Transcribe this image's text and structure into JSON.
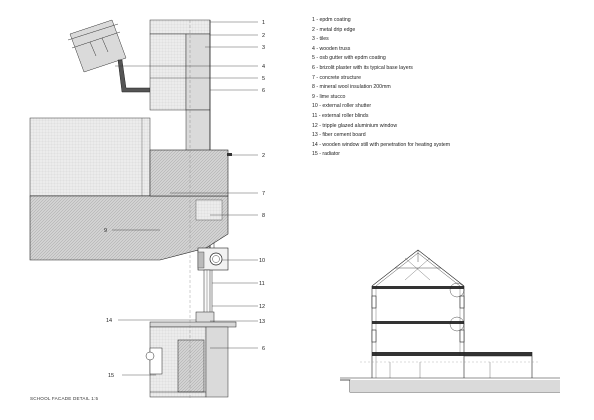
{
  "legend": [
    {
      "num": "1",
      "text": "1 - epdm coating"
    },
    {
      "num": "2",
      "text": "2 - metal drip edge"
    },
    {
      "num": "3",
      "text": "3 - tiles"
    },
    {
      "num": "4",
      "text": "4 - wooden truss"
    },
    {
      "num": "5",
      "text": "5 - osb gutter with epdm coating"
    },
    {
      "num": "6",
      "text": "6 - brizolit plaster with its typical base layers"
    },
    {
      "num": "7",
      "text": "7 - concrete structure"
    },
    {
      "num": "8",
      "text": "8 - mineral wool insulation 200mm"
    },
    {
      "num": "9",
      "text": "9 - lime stucco"
    },
    {
      "num": "10",
      "text": "10 - external roller shutter"
    },
    {
      "num": "11",
      "text": "11 - external roller blinds"
    },
    {
      "num": "12",
      "text": "12 - tripple glazed aluminium window"
    },
    {
      "num": "13",
      "text": "13 - fiber cement board"
    },
    {
      "num": "14",
      "text": "14 - wooden window still with penetration for heating system"
    },
    {
      "num": "15",
      "text": "15 - radiator"
    }
  ],
  "callouts": {
    "n1": "1",
    "n2a": "2",
    "n3": "3",
    "n4": "4",
    "n5": "5",
    "n6a": "6",
    "n2b": "2",
    "n7": "7",
    "n8": "8",
    "n9": "9",
    "n10": "10",
    "n11": "11",
    "n12": "12",
    "n13": "13",
    "n14": "14",
    "n6b": "6",
    "n15": "15"
  },
  "caption": "SCHOOL FACADE DETAIL 1:5"
}
